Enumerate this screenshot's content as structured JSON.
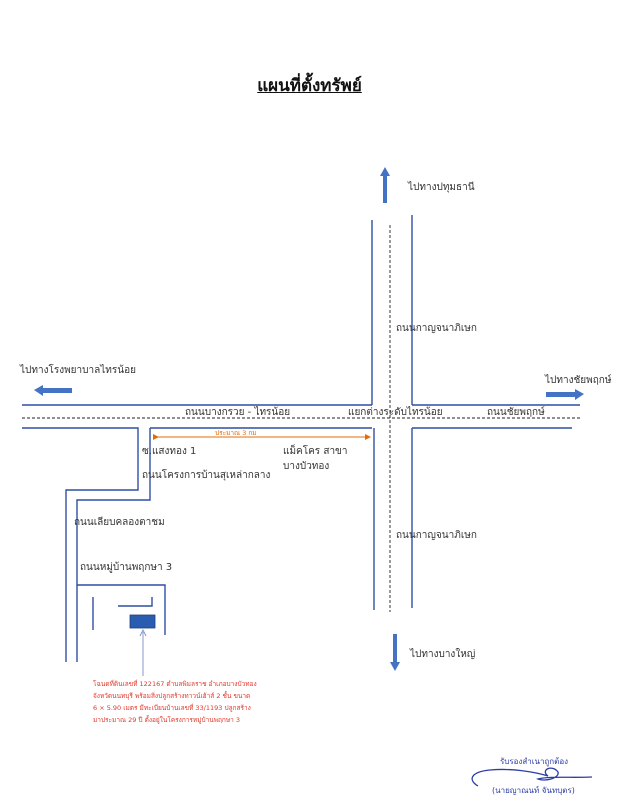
{
  "title": "แผนที่ตั้งทรัพย์",
  "directions": {
    "north": "ไปทางปทุมธานี",
    "south": "ไปทางบางใหญ่",
    "west": "ไปทางโรงพยาบาลไทรน้อย",
    "east": "ไปทางชัยพฤกษ์"
  },
  "roads": {
    "main_west": "ถนนบางกรวย - ไทรน้อย",
    "intersection": "แยกต่างระดับไทรน้อย",
    "main_east": "ถนนชัยพฤกษ์",
    "kanchana_north": "ถนนกาญจนาภิเษก",
    "kanchana_south": "ถนนกาญจนาภิเษก",
    "soi": "ซ.แสงทอง 1",
    "housing_road": "ถนนโครงการบ้านสุเหล่ากลาง",
    "canal_road": "ถนนเลียบคลองตาชม",
    "village_road": "ถนนหมู่บ้านพฤกษา 3"
  },
  "landmark": {
    "line1": "แม็คโคร สาขา",
    "line2": "บางบัวทอง"
  },
  "distance": "ประมาณ 3 กม",
  "property_note": [
    "โฉนดที่ดินเลขที่ 122167 ตำบลพิมลราช อำเภอบางบัวทอง",
    "จังหวัดนนทบุรี พร้อมสิ่งปลูกสร้างทาวน์เฮ้าส์ 2 ชั้น ขนาด",
    "6 × 5.90 เมตร มีทะเบียนบ้านเลขที่ 33/1193 ปลูกสร้าง",
    "มาประมาณ 29 ปี ตั้งอยู่ในโครงการหมู่บ้านพฤกษา 3"
  ],
  "certification": {
    "label": "รับรองสำเนาถูกต้อง",
    "name": "(นายญาณนท์  จันทบุตร)"
  },
  "colors": {
    "road": "#2f4fa3",
    "arrow": "#4472c4",
    "note": "#e0382b",
    "distance": "#e36c09",
    "signature": "#2c3da8"
  }
}
